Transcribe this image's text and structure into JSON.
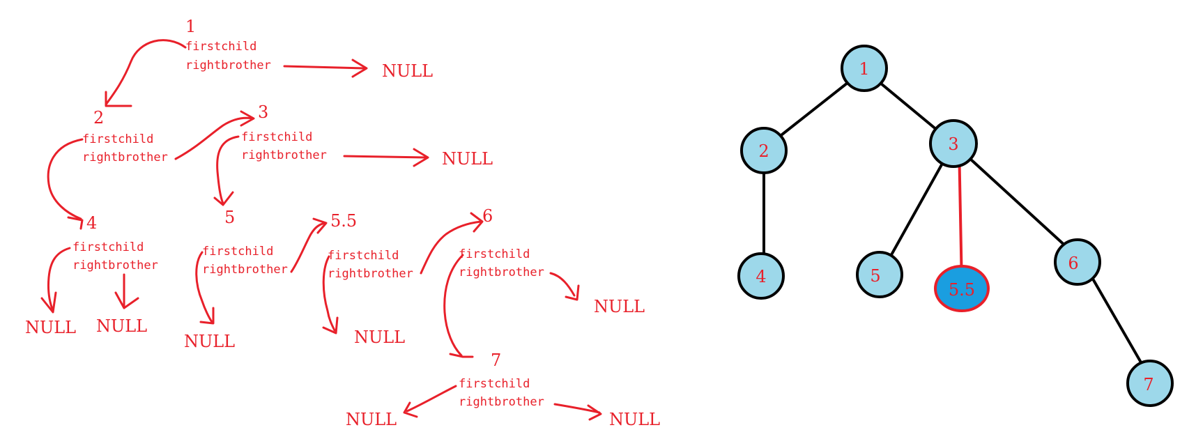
{
  "colors": {
    "ink": "#e8202a",
    "node_fill": "#9dd8ea",
    "node_highlight_fill": "#1a9ee0",
    "node_stroke": "#000000",
    "edge": "#000000"
  },
  "left_diagram": {
    "field_first": "firstchild",
    "field_right": "rightbrother",
    "null_text": "NULL",
    "nodes": [
      {
        "id": "n1",
        "num": "1"
      },
      {
        "id": "n2",
        "num": "2"
      },
      {
        "id": "n3",
        "num": "3"
      },
      {
        "id": "n4",
        "num": "4"
      },
      {
        "id": "n5",
        "num": "5"
      },
      {
        "id": "n55",
        "num": "5.5"
      },
      {
        "id": "n6",
        "num": "6"
      },
      {
        "id": "n7",
        "num": "7"
      }
    ]
  },
  "right_tree": {
    "nodes": [
      {
        "id": "t1",
        "label": "1"
      },
      {
        "id": "t2",
        "label": "2"
      },
      {
        "id": "t3",
        "label": "3"
      },
      {
        "id": "t4",
        "label": "4"
      },
      {
        "id": "t5",
        "label": "5"
      },
      {
        "id": "t55",
        "label": "5.5",
        "highlight": true
      },
      {
        "id": "t6",
        "label": "6"
      },
      {
        "id": "t7",
        "label": "7"
      }
    ],
    "edges": [
      {
        "from": "t1",
        "to": "t2"
      },
      {
        "from": "t1",
        "to": "t3"
      },
      {
        "from": "t2",
        "to": "t4"
      },
      {
        "from": "t3",
        "to": "t5"
      },
      {
        "from": "t3",
        "to": "t55",
        "highlight": true
      },
      {
        "from": "t3",
        "to": "t6"
      },
      {
        "from": "t6",
        "to": "t7"
      }
    ]
  }
}
